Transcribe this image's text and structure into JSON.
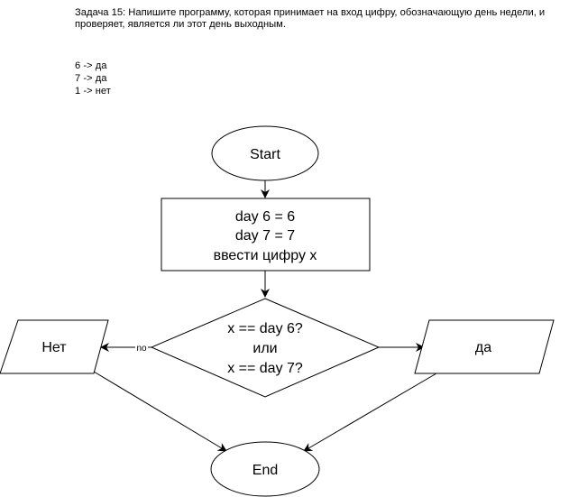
{
  "task_text": "Задача 15: Напишите программу, которая принимает на вход цифру, обозначающую день недели, и проверяет, является ли этот день выходным.",
  "examples": [
    "6 -> да",
    "7 -> да",
    "1 -> нет"
  ],
  "flowchart": {
    "start_label": "Start",
    "process_lines": [
      "day 6 = 6",
      "day 7 = 7",
      "ввести цифру x"
    ],
    "decision_lines": [
      "x == day 6?",
      "или",
      "x == day 7?"
    ],
    "no_label": "no",
    "no_output": "Нет",
    "yes_output": "да",
    "end_label": "End"
  },
  "colors": {
    "stroke": "#000000",
    "fill": "#ffffff",
    "text": "#000000"
  }
}
